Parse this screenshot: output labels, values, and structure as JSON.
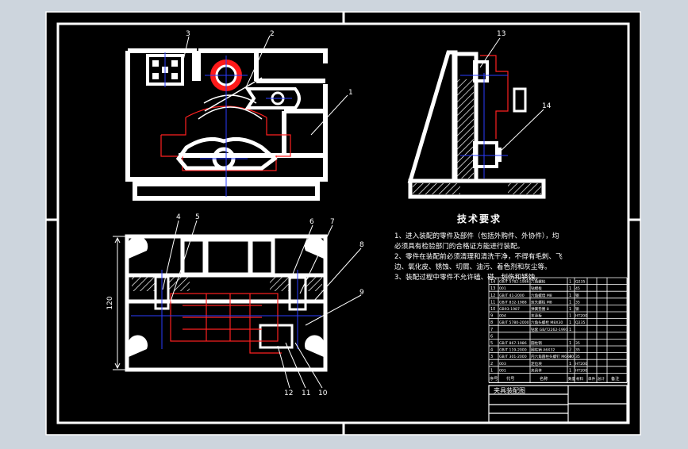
{
  "colors": {
    "background": "#cdd5dd",
    "sheet": "#000000",
    "line": "#ffffff",
    "center": "#2a3cff",
    "hidden": "#ff2020"
  },
  "balloons": {
    "b1": "1",
    "b2": "2",
    "b3": "3",
    "b4": "4",
    "b5": "5",
    "b6": "6",
    "b7": "7",
    "b8": "8",
    "b9": "9",
    "b10": "10",
    "b11": "11",
    "b12": "12",
    "b13": "13",
    "b14": "14"
  },
  "dimension": {
    "height": "120"
  },
  "tech": {
    "title": "技术要求",
    "line1": "1、进入装配的零件及部件（包括外购件、外协件），均",
    "line2": "必须具有检验部门的合格证方能进行装配。",
    "line3": "2、零件在装配前必须清理和清洗干净，不得有毛刺、飞",
    "line4": "边、氧化皮、锈蚀、切屑、油污、着色剂和灰尘等。",
    "line5": "3、装配过程中零件不允许磕、碰、划伤和锈蚀。"
  },
  "bom": {
    "rows": [
      {
        "no": "14",
        "code": "GB/T 5782-1986",
        "name": "六角螺栓",
        "qty": "1",
        "mat": "Q235",
        "note": ""
      },
      {
        "no": "13",
        "code": "001",
        "name": "钻模板",
        "qty": "1",
        "mat": "45",
        "note": ""
      },
      {
        "no": "12",
        "code": "GB/T 41-2000",
        "name": "六角螺母 M8",
        "qty": "1",
        "mat": "钢",
        "note": ""
      },
      {
        "no": "11",
        "code": "GB/T 832-1988",
        "name": "双头螺柱 M8",
        "qty": "1",
        "mat": "35",
        "note": ""
      },
      {
        "no": "10",
        "code": "GB93-1987",
        "name": "弹簧垫圈 8",
        "qty": "1",
        "mat": "钢",
        "note": ""
      },
      {
        "no": "9",
        "code": "004",
        "name": "支承板",
        "qty": "1",
        "mat": "HT200",
        "note": ""
      },
      {
        "no": "8",
        "code": "GB/T 5780-2000",
        "name": "六角头螺栓 M8X30",
        "qty": "1",
        "mat": "Q235",
        "note": ""
      },
      {
        "no": "7",
        "code": "",
        "name": "钻套 GB/T2262-1991",
        "qty": "1",
        "mat": "",
        "note": ""
      },
      {
        "no": "6",
        "code": "",
        "name": "",
        "qty": "",
        "mat": "",
        "note": ""
      },
      {
        "no": "5",
        "code": "GB/T 867-1986",
        "name": "圆柱销",
        "qty": "1",
        "mat": "35",
        "note": ""
      },
      {
        "no": "4",
        "code": "GB/T 119-2000",
        "name": "圆柱销 A6X32",
        "qty": "2",
        "mat": "35",
        "note": ""
      },
      {
        "no": "3",
        "code": "GB/T 301-2000",
        "name": "内六角圆柱头螺钉 M6X20",
        "qty": "4",
        "mat": "35",
        "note": ""
      },
      {
        "no": "2",
        "code": "003",
        "name": "定位块",
        "qty": "1",
        "mat": "HT200",
        "note": ""
      },
      {
        "no": "1",
        "code": "001",
        "name": "夹具体",
        "qty": "1",
        "mat": "HT200",
        "note": ""
      }
    ],
    "header": {
      "no": "序号",
      "code": "代号",
      "name": "名称",
      "qty": "数量",
      "mat": "材料",
      "unit": "单件",
      "total": "总计",
      "note": "备注"
    },
    "title_block": {
      "drawing_name": "夹具装配图"
    }
  }
}
